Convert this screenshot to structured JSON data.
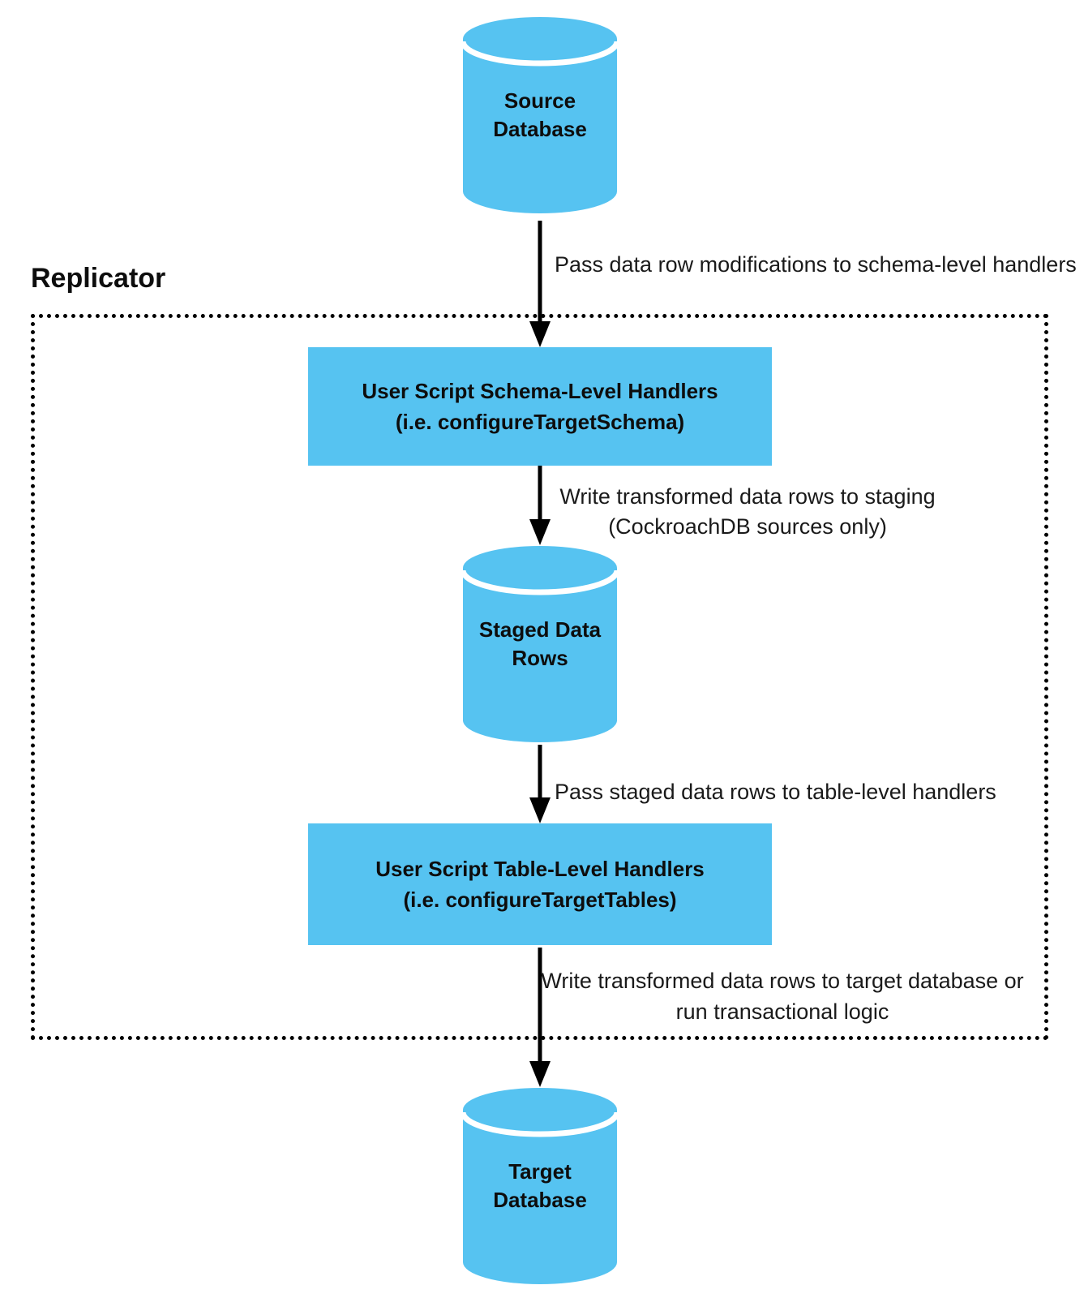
{
  "diagram": {
    "group": {
      "title": "Replicator"
    },
    "colors": {
      "node_fill": "#56C3F1",
      "line": "#000000",
      "text": "#0d0d0d"
    },
    "nodes": [
      {
        "id": "source-database",
        "type": "cylinder",
        "label_lines": [
          "Source",
          "Database"
        ]
      },
      {
        "id": "schema-level-handlers",
        "type": "rect",
        "label_lines": [
          "User Script Schema-Level Handlers",
          "(i.e. configureTargetSchema)"
        ]
      },
      {
        "id": "staged-data-rows",
        "type": "cylinder",
        "label_lines": [
          "Staged Data",
          "Rows"
        ]
      },
      {
        "id": "table-level-handlers",
        "type": "rect",
        "label_lines": [
          "User Script Table-Level Handlers",
          "(i.e. configureTargetTables)"
        ]
      },
      {
        "id": "target-database",
        "type": "cylinder",
        "label_lines": [
          "Target",
          "Database"
        ]
      }
    ],
    "edges": [
      {
        "from": "source-database",
        "to": "schema-level-handlers",
        "label_lines": [
          "Pass data row modifications to schema-level handlers"
        ]
      },
      {
        "from": "schema-level-handlers",
        "to": "staged-data-rows",
        "label_lines": [
          "Write transformed data rows to staging",
          "(CockroachDB sources only)"
        ]
      },
      {
        "from": "staged-data-rows",
        "to": "table-level-handlers",
        "label_lines": [
          "Pass staged data rows to table-level handlers"
        ]
      },
      {
        "from": "table-level-handlers",
        "to": "target-database",
        "label_lines": [
          "Write transformed data rows to target database or",
          "run transactional logic"
        ]
      }
    ]
  }
}
